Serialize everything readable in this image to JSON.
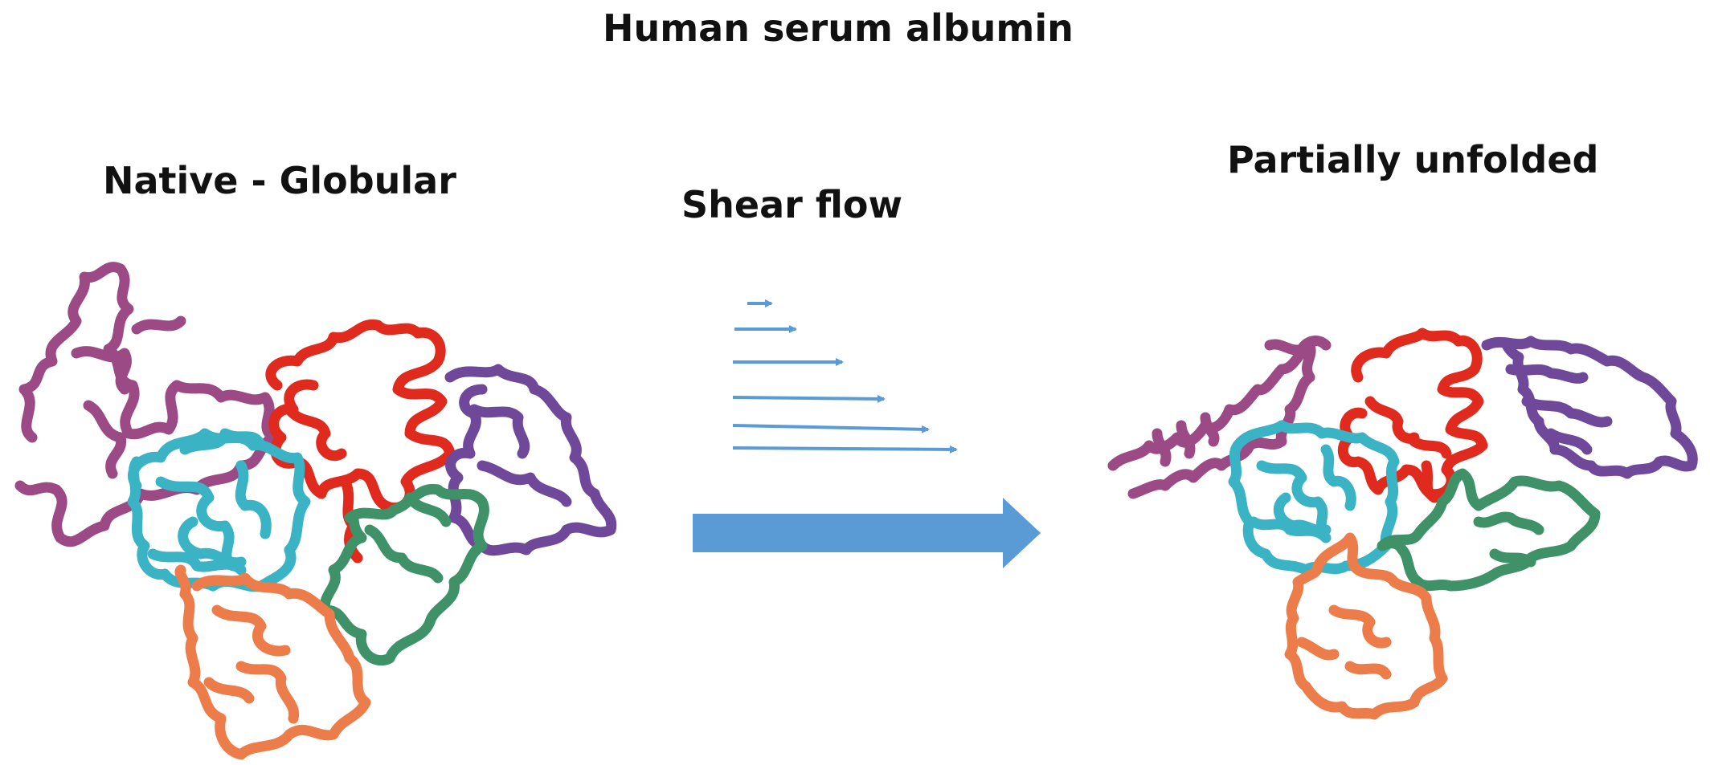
{
  "title": "Human serum albumin",
  "native_label": "Native - Globular",
  "shear_label": "Shear flow",
  "unfolded_label": "Partially unfolded",
  "colors": {
    "purple_domain": "#9b4a86",
    "red_domain": "#e02a1e",
    "violet_domain": "#70489a",
    "cyan_domain": "#3ab3c4",
    "green_domain": "#3f9168",
    "orange_domain": "#ec7c49",
    "arrow": "#5b9bd5"
  }
}
